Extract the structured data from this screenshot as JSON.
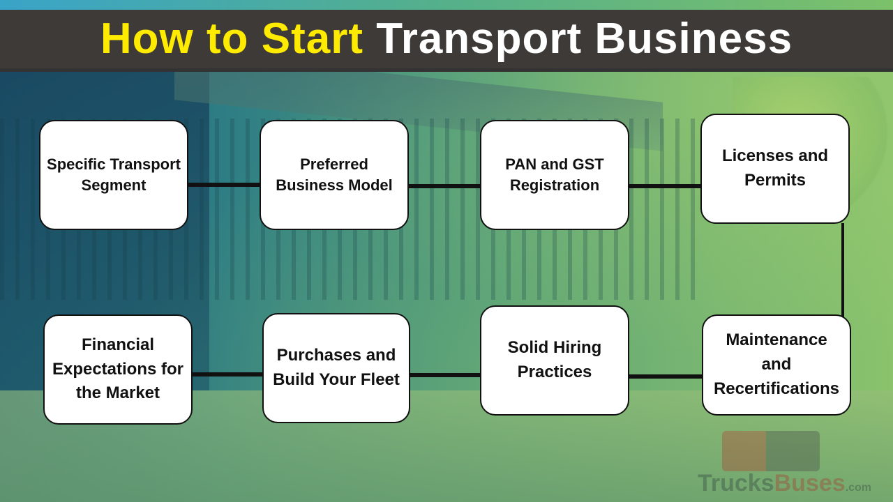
{
  "title": {
    "highlight": "How to Start",
    "rest": "Transport Business",
    "highlight_color": "#ffeb00",
    "rest_color": "#ffffff",
    "bar_color": "#3e3a38"
  },
  "steps": [
    {
      "label": "Specific Transport Segment"
    },
    {
      "label": "Preferred Business Model"
    },
    {
      "label": "PAN and GST Registration"
    },
    {
      "label": "Licenses and Permits"
    },
    {
      "label": "Maintenance and Recertifications"
    },
    {
      "label": "Solid Hiring Practices"
    },
    {
      "label": "Purchases and Build Your Fleet"
    },
    {
      "label": "Financial Expectations for the Market"
    }
  ],
  "watermark": {
    "brand_part1": "Trucks",
    "brand_part2": "Buses",
    "suffix": ".com"
  }
}
